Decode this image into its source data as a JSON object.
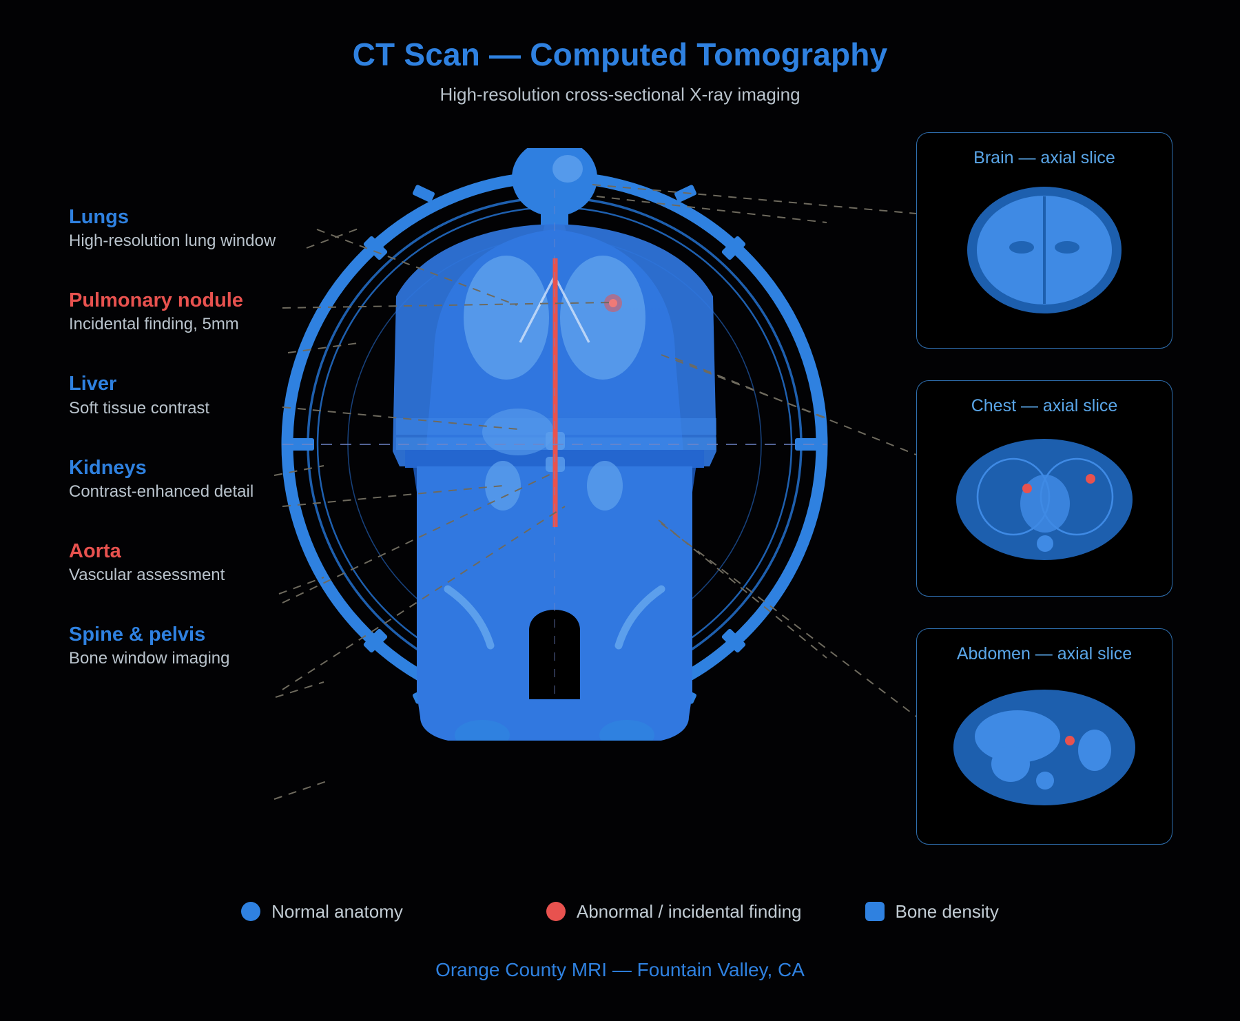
{
  "header": {
    "title": "CT Scan — Computed Tomography",
    "subtitle": "High-resolution cross-sectional X-ray imaging"
  },
  "colors": {
    "accent_blue": "#2f81e0",
    "light_blue": "#4a9ae8",
    "deep_blue": "#1b56b8",
    "panel_border": "#2f6fb0",
    "abnormal_red": "#e8524f",
    "body_text": "#b9c3cc",
    "background": "#000000"
  },
  "annotations": [
    {
      "title": "Lungs",
      "subtitle": "High-resolution lung window",
      "type": "normal"
    },
    {
      "title": "Pulmonary nodule",
      "subtitle": "Incidental finding, 5mm",
      "type": "abnormal"
    },
    {
      "title": "Liver",
      "subtitle": "Soft tissue contrast",
      "type": "normal"
    },
    {
      "title": "Kidneys",
      "subtitle": "Contrast-enhanced detail",
      "type": "normal"
    },
    {
      "title": "Aorta",
      "subtitle": "Vascular assessment",
      "type": "abnormal"
    },
    {
      "title": "Spine & pelvis",
      "subtitle": "Bone window imaging",
      "type": "normal"
    }
  ],
  "slice_panels": [
    {
      "id": "brain",
      "title": "Brain — axial slice"
    },
    {
      "id": "chest",
      "title": "Chest — axial slice"
    },
    {
      "id": "abdomen",
      "title": "Abdomen — axial slice"
    }
  ],
  "legend": [
    {
      "label": "Normal anatomy",
      "color": "#2f81e0",
      "shape": "circle"
    },
    {
      "label": "Abnormal / incidental finding",
      "color": "#e8524f",
      "shape": "circle"
    },
    {
      "label": "Bone density",
      "color": "#2f81e0",
      "shape": "square"
    }
  ],
  "footer": {
    "text": "Orange County MRI — Fountain Valley, CA"
  }
}
